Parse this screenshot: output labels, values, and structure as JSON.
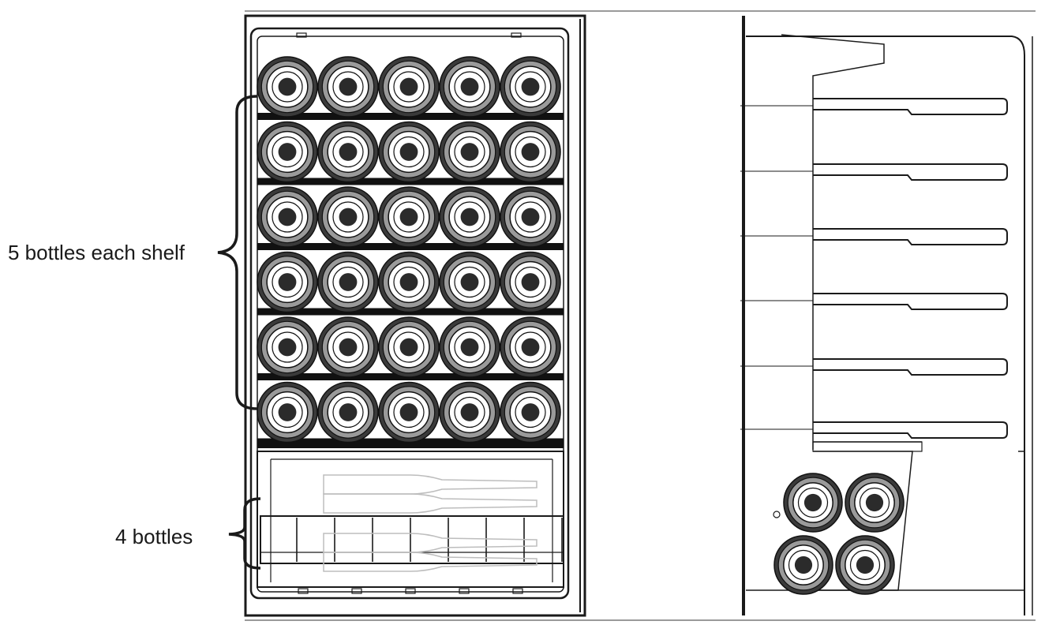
{
  "labels": {
    "shelf_capacity": "5 bottles each shelf",
    "bottom_capacity": "4 bottles"
  },
  "layout": {
    "front_view_shelves": 6,
    "bottles_per_shelf": 5,
    "side_view_shelves": 6,
    "bottom_bottles": 4
  },
  "colors": {
    "line": "#1a1a1a",
    "bottle_outer": "#3a3a3a",
    "bottle_ring": "#9a9a9a",
    "bottle_inner": "#ffffff",
    "bottle_cork": "#2b2b2b",
    "ghost": "#bdbdbd"
  }
}
